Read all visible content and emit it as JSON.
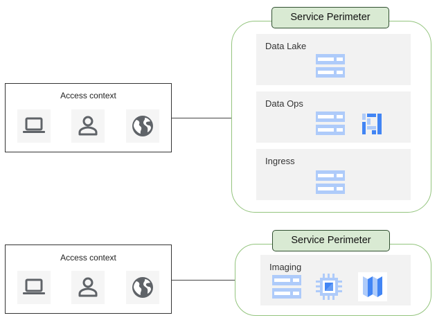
{
  "top": {
    "access": {
      "title": "Access context",
      "icons": [
        "laptop-icon",
        "person-icon",
        "globe-icon"
      ]
    },
    "perimeter": {
      "label": "Service Perimeter",
      "zones": [
        {
          "label": "Data Lake",
          "icons": [
            "storage-icon"
          ]
        },
        {
          "label": "Data Ops",
          "icons": [
            "storage-icon",
            "dataflow-icon"
          ]
        },
        {
          "label": "Ingress",
          "icons": [
            "storage-icon"
          ]
        }
      ]
    }
  },
  "bottom": {
    "access": {
      "title": "Access context",
      "icons": [
        "laptop-icon",
        "person-icon",
        "globe-icon"
      ]
    },
    "perimeter": {
      "label": "Service Perimeter",
      "zones": [
        {
          "label": "Imaging",
          "icons": [
            "storage-icon",
            "compute-chip-icon",
            "datastore-icon"
          ]
        }
      ]
    }
  },
  "colors": {
    "perimeter_border": "#93c47d",
    "perimeter_label_fill": "#d9ead3",
    "zone_fill": "#f2f2f2",
    "service_icon_blue": "#aecbfa",
    "service_icon_dark": "#4285f4",
    "access_icon_gray": "#5f6368"
  }
}
